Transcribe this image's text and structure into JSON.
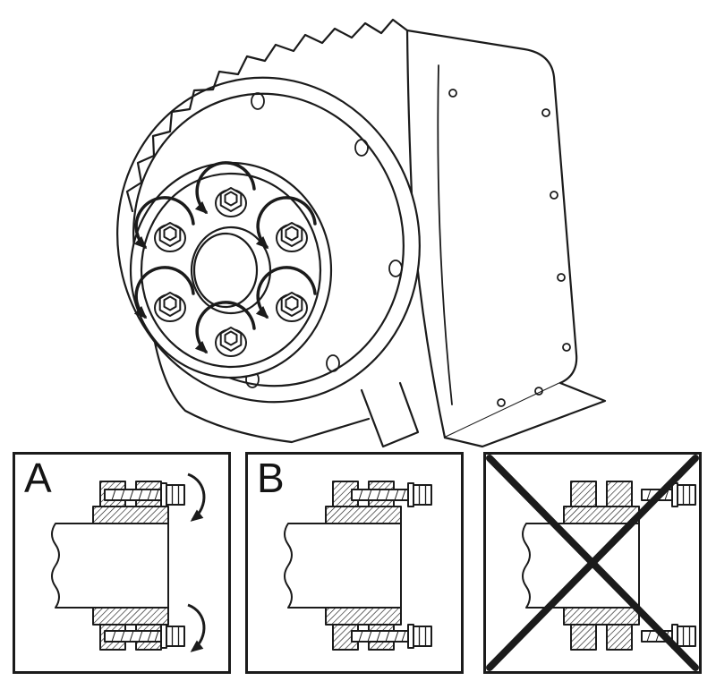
{
  "figure": {
    "colors": {
      "line": "#1b1b1b",
      "background": "#ffffff"
    },
    "main_illustration": {
      "subject": "gear-unit-with-shrink-disc-coupling",
      "clamp_bolt_count": 6,
      "arrow_direction": "counterclockwise"
    },
    "panels": [
      {
        "label": "A",
        "crossed_out": false
      },
      {
        "label": "B",
        "crossed_out": false
      },
      {
        "label": "",
        "crossed_out": true
      }
    ]
  }
}
